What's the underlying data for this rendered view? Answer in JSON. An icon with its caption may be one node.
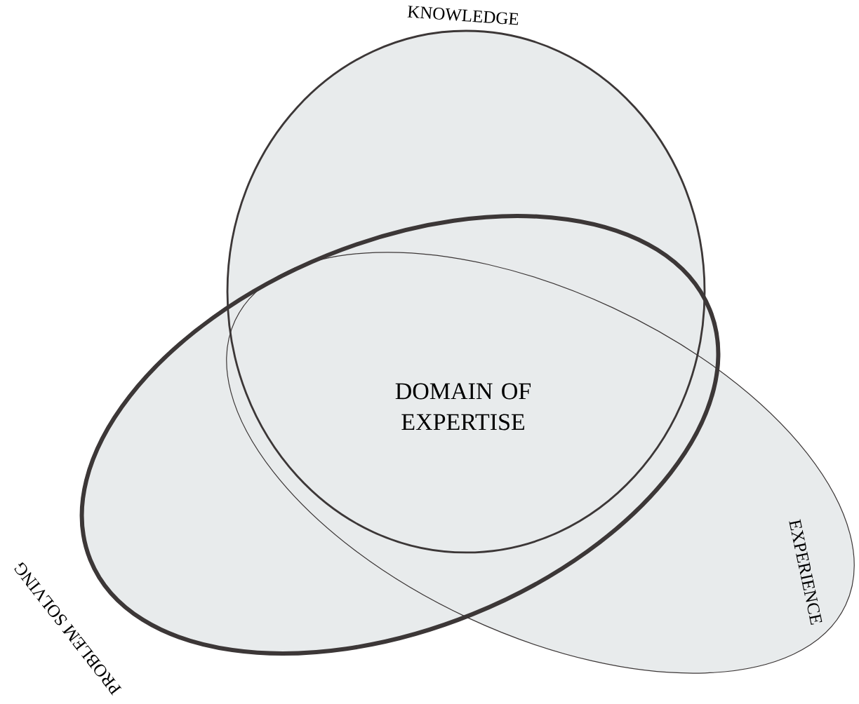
{
  "diagram": {
    "nodes": [
      {
        "text": [
          "KNOWLEDGE"
        ]
      },
      {
        "text": [
          "PROBLEM SOLVING"
        ]
      },
      {
        "text": [
          "EXPERIENCE"
        ]
      }
    ],
    "labels": [
      "DOMAIN OF EXPERTISE"
    ]
  }
}
